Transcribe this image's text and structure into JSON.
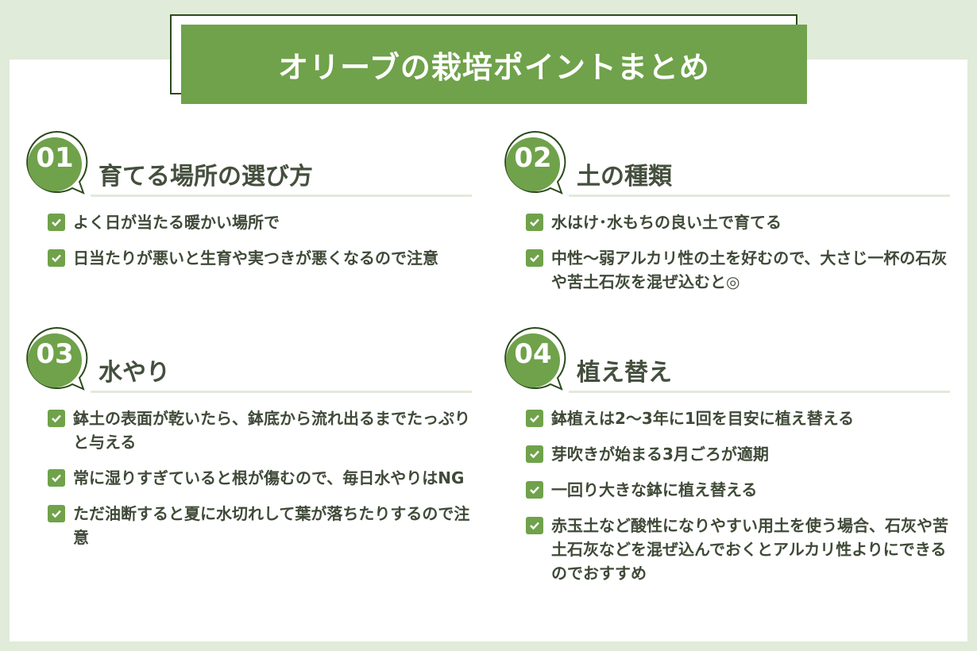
{
  "title": "オリーブの栽培ポイントまとめ",
  "colors": {
    "accent": "#6fa24a",
    "dark": "#2c4a1c",
    "background": "#e0ebd9"
  },
  "sections": [
    {
      "number": "01",
      "heading": "育てる場所の選び方",
      "items": [
        "よく日が当たる暖かい場所で",
        "日当たりが悪いと生育や実つきが悪くなるので注意"
      ]
    },
    {
      "number": "02",
      "heading": "土の種類",
      "items": [
        "水はけ･水もちの良い土で育てる",
        "中性〜弱アルカリ性の土を好むので、大さじ一杯の石灰や苦土石灰を混ぜ込むと◎"
      ]
    },
    {
      "number": "03",
      "heading": "水やり",
      "items": [
        "鉢土の表面が乾いたら、鉢底から流れ出るまでたっぷりと与える",
        "常に湿りすぎていると根が傷むので、毎日水やりはNG",
        "ただ油断すると夏に水切れして葉が落ちたりするので注意"
      ]
    },
    {
      "number": "04",
      "heading": "植え替え",
      "items": [
        "鉢植えは2〜3年に1回を目安に植え替える",
        "芽吹きが始まる3月ごろが適期",
        "一回り大きな鉢に植え替える",
        "赤玉土など酸性になりやすい用土を使う場合、石灰や苦土石灰などを混ぜ込んでおくとアルカリ性よりにできるのでおすすめ"
      ]
    }
  ]
}
